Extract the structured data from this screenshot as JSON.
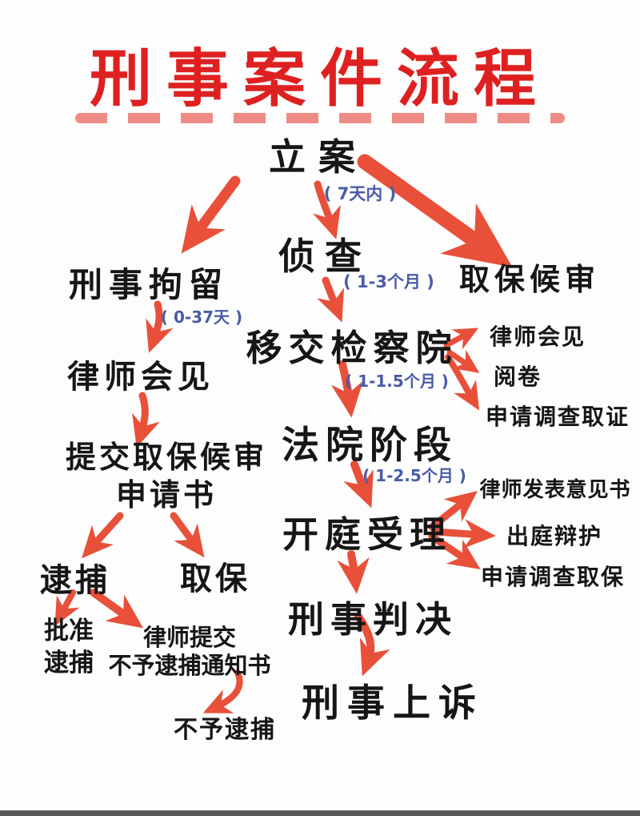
{
  "colors": {
    "arrow_red": "#e8503a",
    "title_red": "#df2020",
    "underline_pink": "#ef8c86",
    "node_text": "#161616",
    "duration_blue": "#4a5ca6",
    "background": "#fdfdfd"
  },
  "title": {
    "text": "刑事案件流程"
  },
  "nodes": {
    "lian": {
      "label": "立案",
      "duration": "( 7天内 )"
    },
    "zhencha": {
      "label": "侦查",
      "duration": "( 1-3个月 )"
    },
    "qubao_houshen": {
      "label": "取保候审"
    },
    "xingshi_juliu": {
      "label": "刑事拘留",
      "duration": "( 0-37天 )"
    },
    "lvshi_huijian_left": {
      "label": "律师会见"
    },
    "tijiao": {
      "line1": "提交取保候审",
      "line2": "申请书"
    },
    "daibu": {
      "label": "逮捕"
    },
    "qubao": {
      "label": "取保"
    },
    "pizhun_daibu": {
      "line1": "批准",
      "line2": "逮捕"
    },
    "lvshi_tijiao": {
      "line1": "律师提交",
      "line2": "不予逮捕通知书"
    },
    "buyu_daibu": {
      "label": "不予逮捕"
    },
    "yijiao_jianchayuan": {
      "label": "移交检察院",
      "duration": "( 1-1.5个月 )"
    },
    "fayuan_jieduan": {
      "label": "法院阶段",
      "duration": "( 1-2.5个月 )"
    },
    "kaiting_shouli": {
      "label": "开庭受理"
    },
    "xingshi_panjue": {
      "label": "刑事判决"
    },
    "xingshi_shangsu": {
      "label": "刑事上诉"
    },
    "jiancha_side": [
      "律师会见",
      "阅卷",
      "申请调查取证"
    ],
    "kaiting_side": [
      "律师发表意见书",
      "出庭辩护",
      "申请调查取保"
    ]
  }
}
